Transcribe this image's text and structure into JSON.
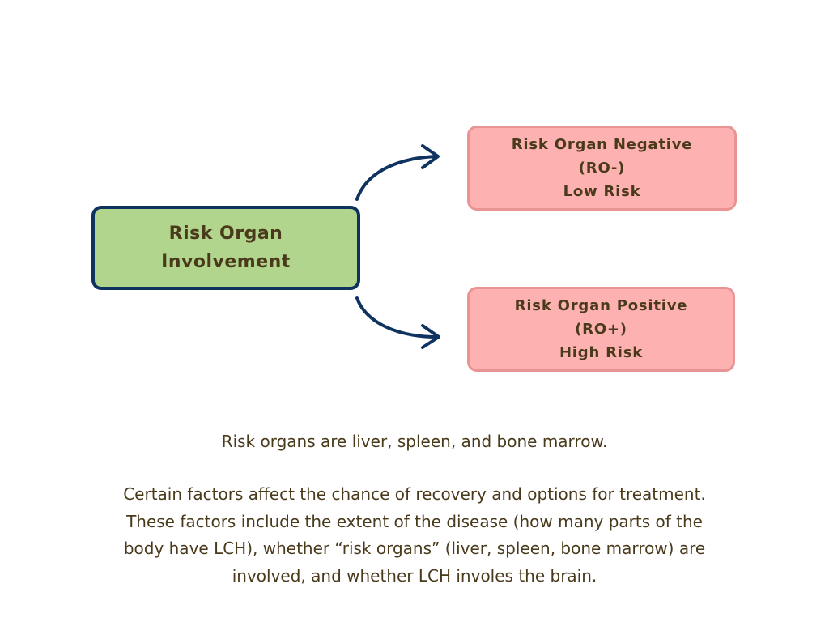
{
  "main_node": {
    "lines": [
      "Risk Organ",
      "Involvement"
    ]
  },
  "negative_node": {
    "lines": [
      "Risk Organ Negative",
      "(RO-)",
      "Low Risk"
    ]
  },
  "positive_node": {
    "lines": [
      "Risk Organ Positive",
      "(RO+)",
      "High Risk"
    ]
  },
  "colors": {
    "main_fill": "#b1d58c",
    "main_border": "#0f3360",
    "risk_fill": "#fdb1b1",
    "risk_border": "#e89394",
    "arrow": "#0f3360",
    "text": "#4a3a1c"
  },
  "caption": {
    "note": "Risk organs are liver, spleen, and bone marrow.",
    "paragraph_lines": [
      "Certain factors affect the chance of recovery and options for treatment.",
      "These factors include the extent of the disease (how many parts of the",
      "body have LCH), whether “risk organs” (liver, spleen, bone marrow) are",
      "involved, and whether LCH involes the brain."
    ]
  }
}
